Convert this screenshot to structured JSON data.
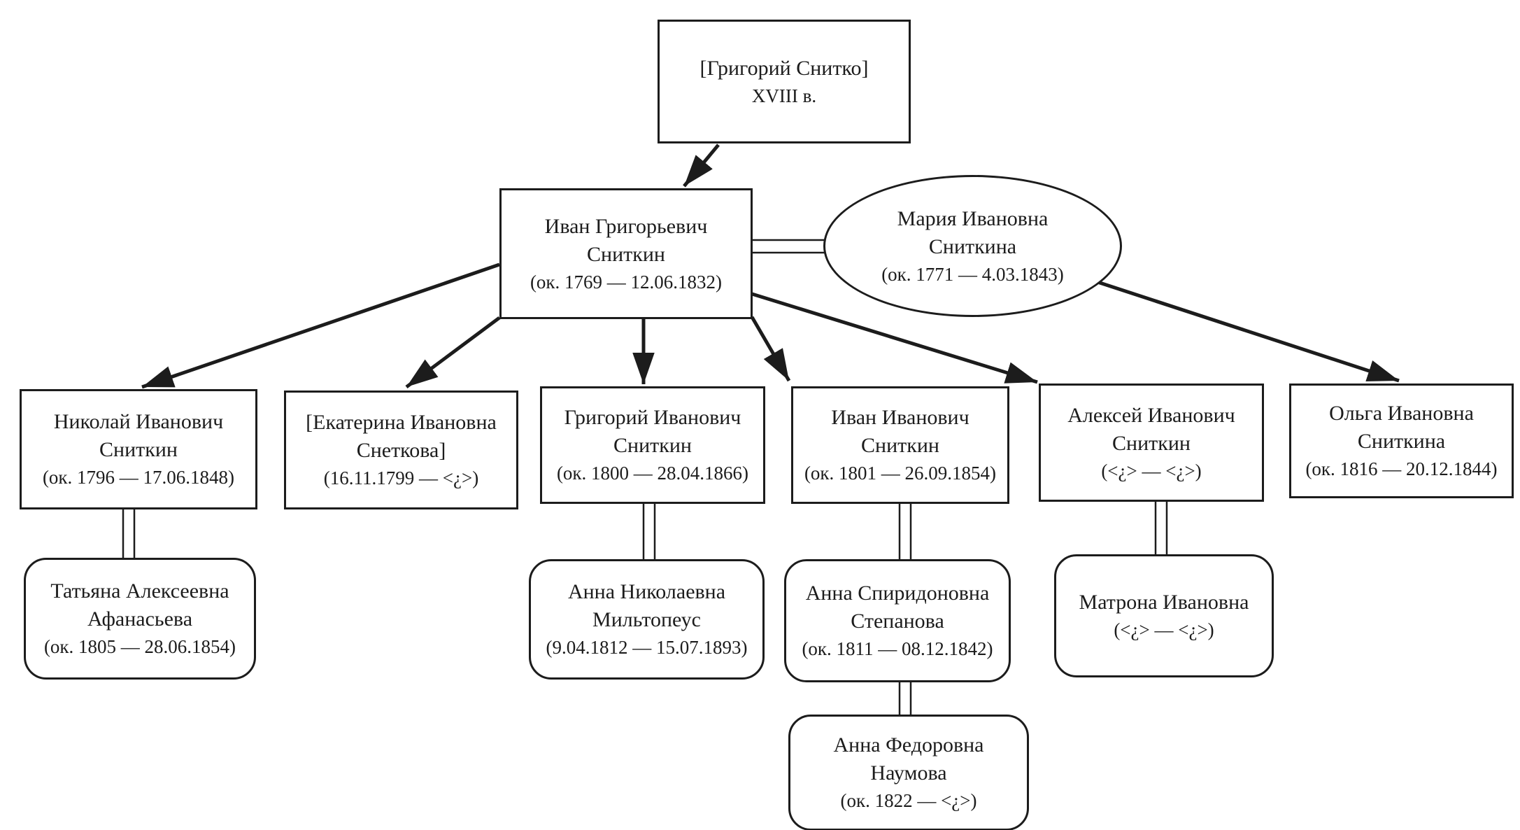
{
  "background": "#ffffff",
  "ink_color": "#1c1c1c",
  "diagram_type": "family-tree",
  "nodes": {
    "grigory_snitko": {
      "name1": "[Григорий Снитко]",
      "dates": "XVIII в."
    },
    "ivan_grigoryevich": {
      "name1": "Иван Григорьевич",
      "name2": "Сниткин",
      "dates": "(ок. 1769 — 12.06.1832)"
    },
    "maria": {
      "name1": "Мария Ивановна",
      "name2": "Сниткина",
      "dates": "(ок. 1771 — 4.03.1843)"
    },
    "nikolai": {
      "name1": "Николай Иванович",
      "name2": "Сниткин",
      "dates": "(ок. 1796 — 17.06.1848)"
    },
    "ekaterina": {
      "name1": "[Екатерина Ивановна",
      "name2": "Снеткова]",
      "dates": "(16.11.1799 — <¿>)"
    },
    "grigory_ivanovich": {
      "name1": "Григорий Иванович",
      "name2": "Сниткин",
      "dates": "(ок. 1800 — 28.04.1866)"
    },
    "ivan_ivanovich": {
      "name1": "Иван Иванович",
      "name2": "Сниткин",
      "dates": "(ок. 1801 — 26.09.1854)"
    },
    "aleksey": {
      "name1": "Алексей Иванович",
      "name2": "Сниткин",
      "dates": "(<¿> — <¿>)"
    },
    "olga": {
      "name1": "Ольга Ивановна",
      "name2": "Сниткина",
      "dates": "(ок. 1816 — 20.12.1844)"
    },
    "tatyana": {
      "name1": "Татьяна Алексеевна",
      "name2": "Афанасьева",
      "dates": "(ок. 1805 — 28.06.1854)"
    },
    "anna_nikolaevna": {
      "name1": "Анна Николаевна",
      "name2": "Мильтопеус",
      "dates": "(9.04.1812 — 15.07.1893)"
    },
    "anna_spiridonovna": {
      "name1": "Анна Спиридоновна",
      "name2": "Степанова",
      "dates": "(ок. 1811 — 08.12.1842)"
    },
    "matrona": {
      "name1": "Матрона Ивановна",
      "dates": "(<¿> — <¿>)"
    },
    "anna_fedorovna": {
      "name1": "Анна Федоровна",
      "name2": "Наумова",
      "dates": "(ок. 1822 — <¿>)"
    }
  },
  "edges": [
    {
      "type": "parent-child",
      "from": "grigory_snitko",
      "to": "ivan_grigoryevich"
    },
    {
      "type": "parent-child",
      "from": "ivan_grigoryevich",
      "to": "nikolai"
    },
    {
      "type": "parent-child",
      "from": "ivan_grigoryevich",
      "to": "ekaterina"
    },
    {
      "type": "parent-child",
      "from": "ivan_grigoryevich",
      "to": "grigory_ivanovich"
    },
    {
      "type": "parent-child",
      "from": "ivan_grigoryevich",
      "to": "ivan_ivanovich"
    },
    {
      "type": "parent-child",
      "from": "ivan_grigoryevich",
      "to": "aleksey"
    },
    {
      "type": "parent-child",
      "from": "maria",
      "to": "olga"
    },
    {
      "type": "marriage",
      "from": "ivan_grigoryevich",
      "to": "maria"
    },
    {
      "type": "marriage",
      "from": "nikolai",
      "to": "tatyana"
    },
    {
      "type": "marriage",
      "from": "grigory_ivanovich",
      "to": "anna_nikolaevna"
    },
    {
      "type": "marriage",
      "from": "ivan_ivanovich",
      "to": "anna_spiridonovna"
    },
    {
      "type": "marriage",
      "from": "anna_spiridonovna",
      "to": "anna_fedorovna"
    },
    {
      "type": "marriage",
      "from": "aleksey",
      "to": "matrona"
    }
  ]
}
